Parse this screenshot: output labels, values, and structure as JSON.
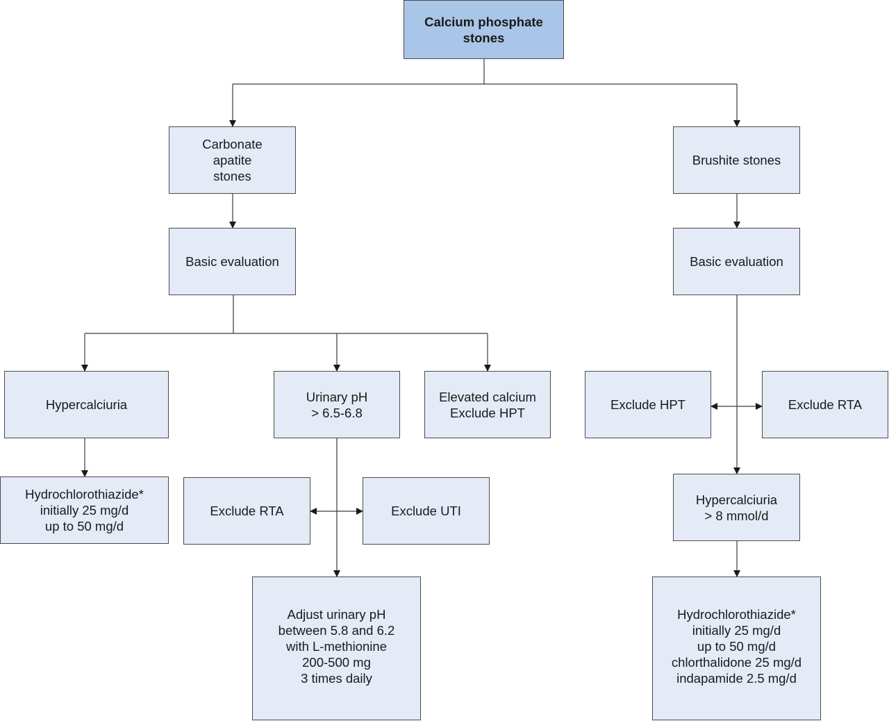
{
  "diagram": {
    "nodes": {
      "root": "Calcium phosphate\nstones",
      "carbonate": "Carbonate\napatite\nstones",
      "brushite": "Brushite stones",
      "basic_left": "Basic evaluation",
      "basic_right": "Basic evaluation",
      "hypercalciuria_left": "Hypercalciuria",
      "urinary_ph": "Urinary pH\n> 6.5-6.8",
      "elevated_calcium": "Elevated calcium\nExclude HPT",
      "hct_left": "Hydrochlorothiazide*\ninitially 25 mg/d\nup to 50 mg/d",
      "exclude_rta_left": "Exclude RTA",
      "exclude_uti": "Exclude UTI",
      "adjust_ph": "Adjust urinary pH\nbetween 5.8 and 6.2\nwith L-methionine\n200-500 mg\n3 times daily",
      "exclude_hpt_right": "Exclude HPT",
      "exclude_rta_right": "Exclude RTA",
      "hypercalciuria_right": "Hypercalciuria\n> 8 mmol/d",
      "hct_right": "Hydrochlorothiazide*\ninitially 25 mg/d\nup to 50 mg/d\nchlorthalidone 25 mg/d\nindapamide 2.5 mg/d"
    },
    "colors": {
      "root_fill": "#a9c5e7",
      "node_fill": "#e4eaf6",
      "border": "#4a4a4a",
      "line": "#3a3a3a"
    }
  }
}
